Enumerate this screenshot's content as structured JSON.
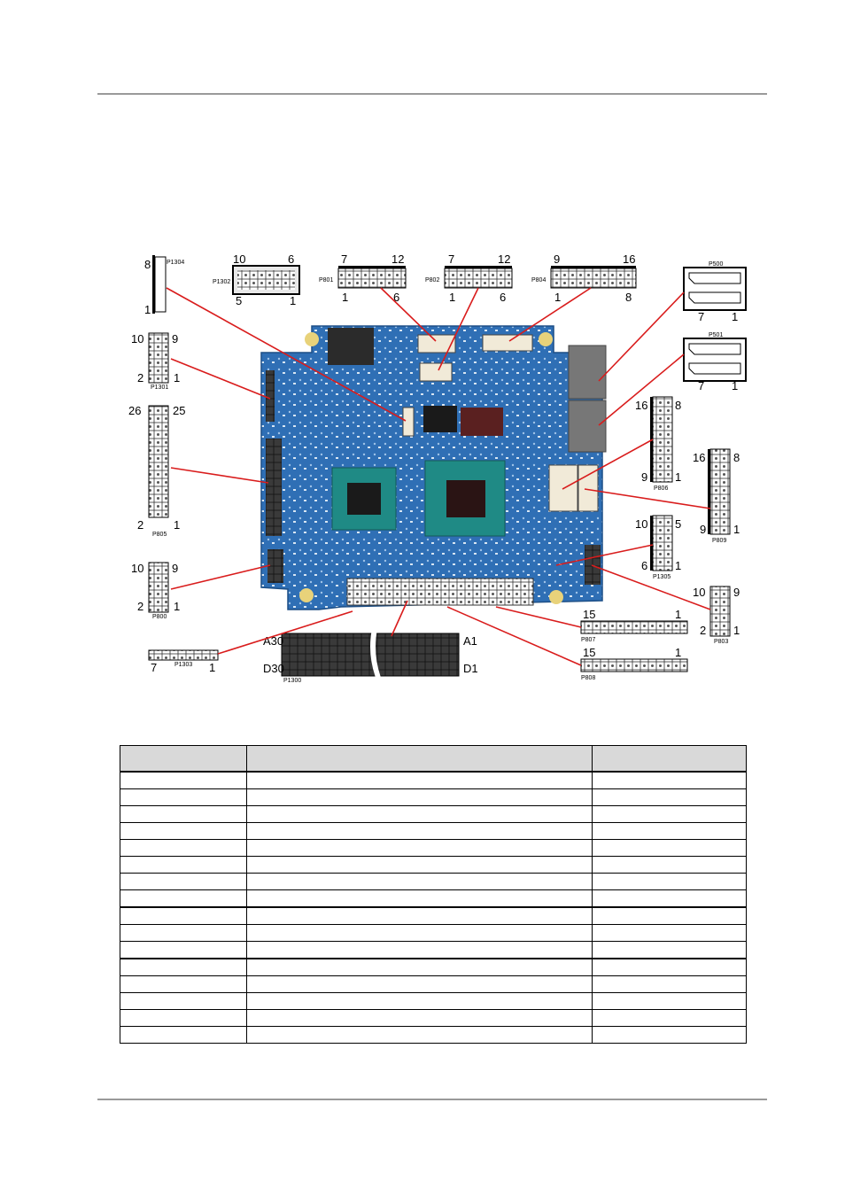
{
  "figure": {
    "labels": {
      "p1304": "P1304",
      "p1304_top": "8",
      "p1304_bottom": "1",
      "p1302": "P1302",
      "p1302_tl": "10",
      "p1302_tr": "6",
      "p1302_bl": "5",
      "p1302_br": "1",
      "p801": "P801",
      "p801_tl": "7",
      "p801_tr": "12",
      "p801_bl": "1",
      "p801_br": "6",
      "p802": "P802",
      "p802_tl": "7",
      "p802_tr": "12",
      "p802_bl": "1",
      "p802_br": "6",
      "p804": "P804",
      "p804_tl": "9",
      "p804_tr": "16",
      "p804_bl": "1",
      "p804_br": "8",
      "p500": "P500",
      "p500_l": "7",
      "p500_r": "1",
      "p501": "P501",
      "p501_l": "7",
      "p501_r": "1",
      "p1301": "P1301",
      "p1301_tl": "10",
      "p1301_tr": "9",
      "p1301_bl": "2",
      "p1301_br": "1",
      "p805": "P805",
      "p805_tl": "26",
      "p805_tr": "25",
      "p805_bl": "2",
      "p805_br": "1",
      "p806": "P806",
      "p806_tl": "16",
      "p806_tr": "8",
      "p806_bl": "9",
      "p806_br": "1",
      "p809": "P809",
      "p809_tl": "16",
      "p809_tr": "8",
      "p809_bl": "9",
      "p809_br": "1",
      "p1305": "P1305",
      "p1305_tl": "10",
      "p1305_tr": "5",
      "p1305_bl": "6",
      "p1305_br": "1",
      "p800": "P800",
      "p800_tl": "10",
      "p800_tr": "9",
      "p800_bl": "2",
      "p800_br": "1",
      "p803": "P803",
      "p803_tl": "10",
      "p803_tr": "9",
      "p803_bl": "2",
      "p803_br": "1",
      "p807": "P807",
      "p807_l": "15",
      "p807_r": "1",
      "p808": "P808",
      "p808_l": "15",
      "p808_r": "1",
      "p1303": "P1303",
      "p1303_l": "7",
      "p1303_r": "1",
      "p1300": "P1300",
      "p1300_tl": "A30",
      "p1300_tr": "A1",
      "p1300_bl": "D30",
      "p1300_br": "D1"
    }
  },
  "colors": {
    "board": "#2f6fb5",
    "leader": "#d91c1c",
    "header_bg": "#d9d9d9"
  }
}
